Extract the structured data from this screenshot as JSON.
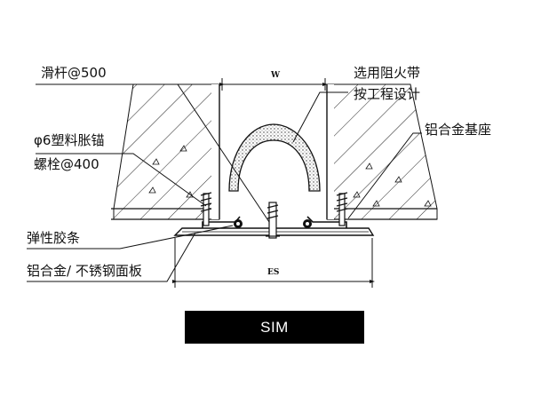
{
  "labels": {
    "slide_rod": "滑杆@500",
    "fire_belt_line1": "选用阻火带",
    "fire_belt_line2": "按工程设计",
    "anchor_line1": "φ6塑料胀锚",
    "anchor_line2": "螺栓@400",
    "aluminum_base": "铝合金基座",
    "rubber_strip": "弹性胶条",
    "cover_plate": "铝合金/ 不锈钢面板"
  },
  "dimensions": {
    "w": "W",
    "es": "ES"
  },
  "title": "SIM",
  "colors": {
    "title_bar": "#000000",
    "title_text": "#ffffff",
    "line": "#111111"
  }
}
